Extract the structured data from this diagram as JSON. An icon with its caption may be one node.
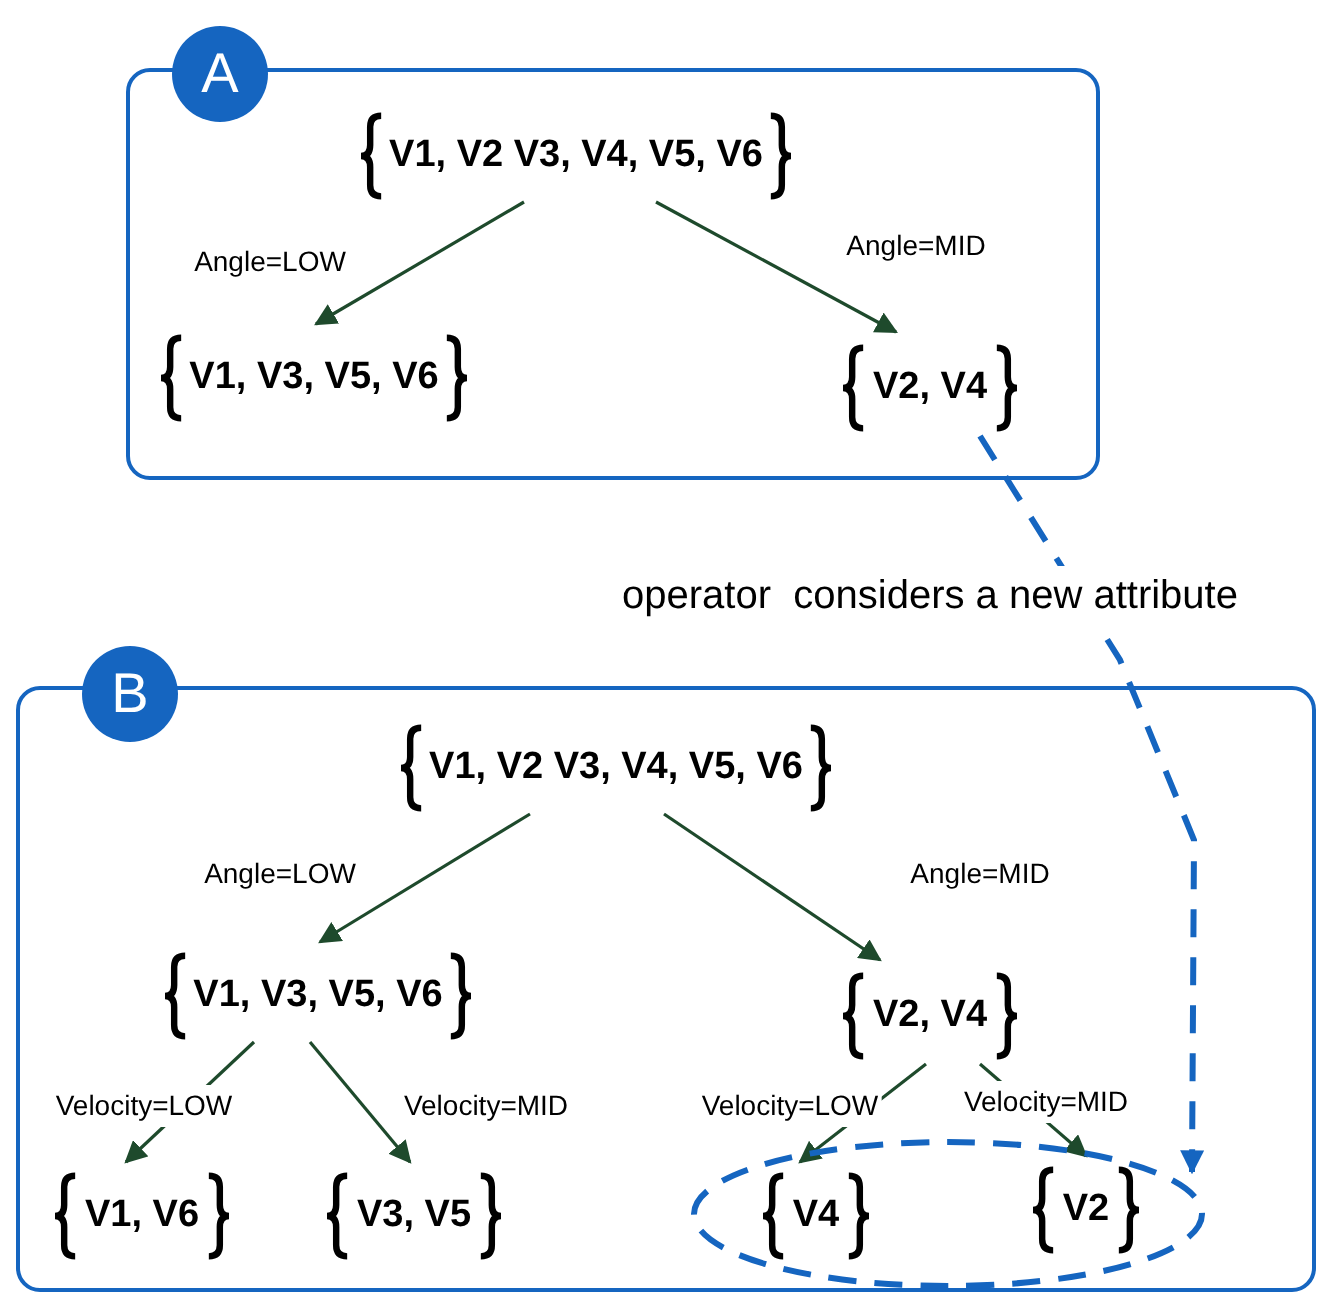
{
  "diagram": {
    "nodes": [
      {
        "text": [],
        "shape": "box"
      },
      {
        "text": [
          "A"
        ]
      },
      {
        "text": [
          "V1, V2 V3, V4, V5, V6"
        ],
        "in": 0
      },
      {
        "text": [
          "V1, V3, V5, V6"
        ],
        "in": 0
      },
      {
        "text": [
          "V2, V4"
        ],
        "in": 0
      },
      {
        "text": [],
        "shape": "box"
      },
      {
        "text": [
          "B"
        ]
      },
      {
        "text": [
          "V1, V2 V3, V4, V5, V6"
        ],
        "in": 5
      },
      {
        "text": [
          "V1, V3, V5, V6"
        ],
        "in": 5
      },
      {
        "text": [
          "V2, V4"
        ],
        "in": 5
      },
      {
        "text": [
          "V1, V6"
        ],
        "in": 5
      },
      {
        "text": [
          "V3, V5"
        ],
        "in": 5
      },
      {
        "text": [],
        "shape": "ellipse",
        "in": 5
      },
      {
        "text": [
          "V4"
        ],
        "in": 12
      },
      {
        "text": [
          "V2"
        ],
        "in": 12
      }
    ],
    "edges": [
      {
        "from": 2,
        "to": 3,
        "arrow": "to",
        "label": "Angle=LOW"
      },
      {
        "from": 2,
        "to": 4,
        "arrow": "to",
        "label": "Angle=MID"
      },
      {
        "from": 4,
        "to": 12,
        "arrow": "to",
        "label": "operator  considers a new attribute",
        "style": "dashed",
        "color": "#1565c0"
      },
      {
        "from": 7,
        "to": 8,
        "arrow": "to",
        "label": "Angle=LOW"
      },
      {
        "from": 7,
        "to": 9,
        "arrow": "to",
        "label": "Angle=MID"
      },
      {
        "from": 8,
        "to": 10,
        "arrow": "to",
        "label": "Velocity=LOW"
      },
      {
        "from": 8,
        "to": 11,
        "arrow": "to",
        "label": "Velocity=MID"
      },
      {
        "from": 9,
        "to": 13,
        "arrow": "to",
        "label": "Velocity=LOW"
      },
      {
        "from": 9,
        "to": 14,
        "arrow": "to",
        "label": "Velocity=MID"
      }
    ]
  }
}
